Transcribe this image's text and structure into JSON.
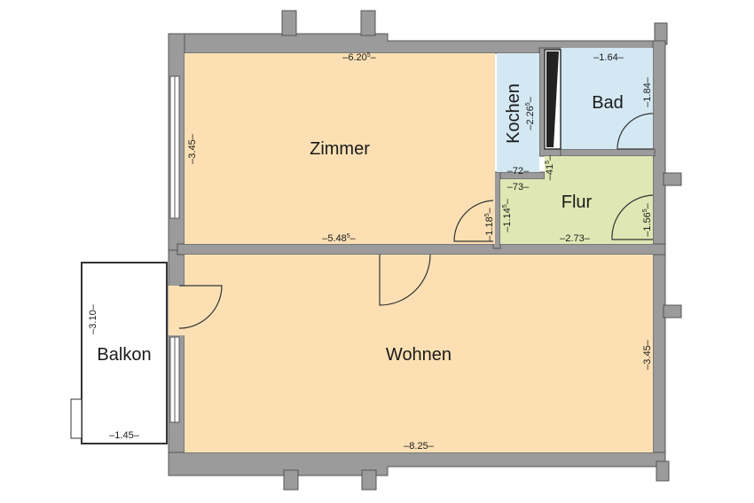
{
  "colors": {
    "living_area": "#fce0b4",
    "kitchen_bath": "#d4e8f4",
    "hallway": "#dfe8b4",
    "wall": "#9b9b9b",
    "balcony": "#ffffff"
  },
  "rooms": {
    "zimmer": "Zimmer",
    "kochen": "Kochen",
    "bad": "Bad",
    "flur": "Flur",
    "wohnen": "Wohnen",
    "balkon": "Balkon"
  },
  "dimensions": {
    "zimmer_width": {
      "main": "6.20",
      "sup": "5"
    },
    "zimmer_height": {
      "main": "3.45",
      "sup": ""
    },
    "zimmer_bottom": {
      "main": "5.48",
      "sup": "5"
    },
    "kochen_height": {
      "main": "2.26",
      "sup": "5"
    },
    "kochen_width": {
      "main": "72",
      "sup": ""
    },
    "bad_width": {
      "main": "1.64",
      "sup": ""
    },
    "bad_height": {
      "main": "1.84",
      "sup": ""
    },
    "flur_73": {
      "main": "73",
      "sup": ""
    },
    "flur_41": {
      "main": "41",
      "sup": "5"
    },
    "flur_114": {
      "main": "1.14",
      "sup": "5"
    },
    "flur_118": {
      "main": "1.18",
      "sup": "5"
    },
    "flur_width": {
      "main": "2.73",
      "sup": ""
    },
    "flur_156": {
      "main": "1.56",
      "sup": "5"
    },
    "wohnen_width": {
      "main": "8.25",
      "sup": ""
    },
    "wohnen_height": {
      "main": "3.45",
      "sup": ""
    },
    "balkon_height": {
      "main": "3.10",
      "sup": ""
    },
    "balkon_width": {
      "main": "1.45",
      "sup": ""
    }
  }
}
